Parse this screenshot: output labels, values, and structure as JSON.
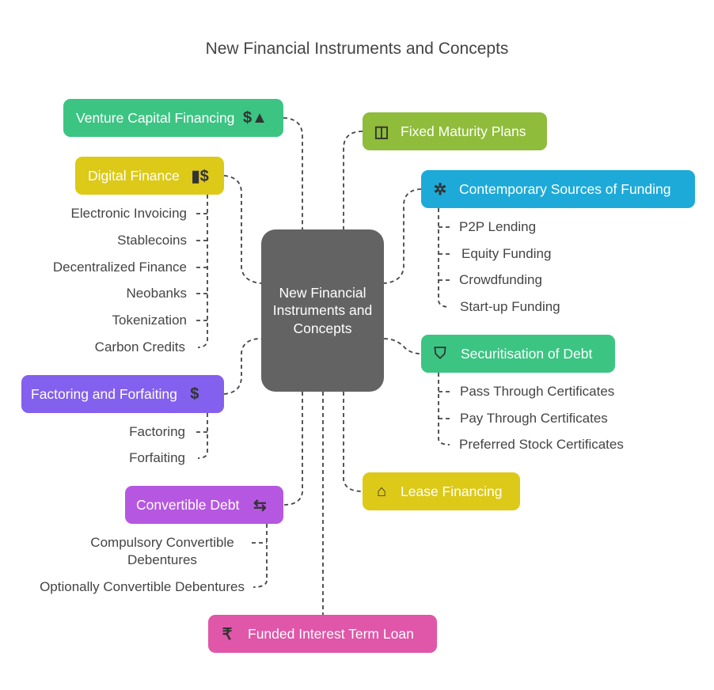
{
  "title": "New Financial Instruments and Concepts",
  "center": "New Financial Instruments and Concepts",
  "branches": {
    "venture": {
      "label": "Venture Capital Financing",
      "icon": "rocket-dollar-icon",
      "color": "#3cc483"
    },
    "digital": {
      "label": "Digital Finance",
      "icon": "mobile-payment-icon",
      "color": "#ddc918",
      "items": [
        "Electronic Invoicing",
        "Stablecoins",
        "Decentralized Finance",
        "Neobanks",
        "Tokenization",
        "Carbon Credits"
      ]
    },
    "factoring": {
      "label": "Factoring and Forfaiting",
      "icon": "invoice-dollar-icon",
      "color": "#8460ee",
      "items": [
        "Factoring",
        "Forfaiting"
      ]
    },
    "convertible": {
      "label": "Convertible Debt",
      "icon": "currency-exchange-icon",
      "color": "#b657e2",
      "items": [
        "Compulsory Convertible Debentures",
        "Optionally Convertible Debentures"
      ]
    },
    "funded": {
      "label": "Funded Interest Term Loan",
      "icon": "rupee-growth-icon",
      "color": "#e056a8"
    },
    "fixed": {
      "label": "Fixed Maturity Plans",
      "icon": "map-icon",
      "color": "#8fbc3a"
    },
    "contemporary": {
      "label": "Contemporary Sources of Funding",
      "icon": "network-dollar-icon",
      "color": "#1eaad8",
      "items": [
        "P2P Lending",
        "Equity Funding",
        "Crowdfunding",
        "Start-up Funding"
      ]
    },
    "securitisation": {
      "label": "Securitisation of Debt",
      "icon": "shield-building-icon",
      "color": "#3cc483",
      "items": [
        "Pass Through Certificates",
        "Pay Through Certificates",
        "Preferred Stock Certificates"
      ]
    },
    "lease": {
      "label": "Lease Financing",
      "icon": "house-lease-icon",
      "color": "#ddc918"
    }
  }
}
